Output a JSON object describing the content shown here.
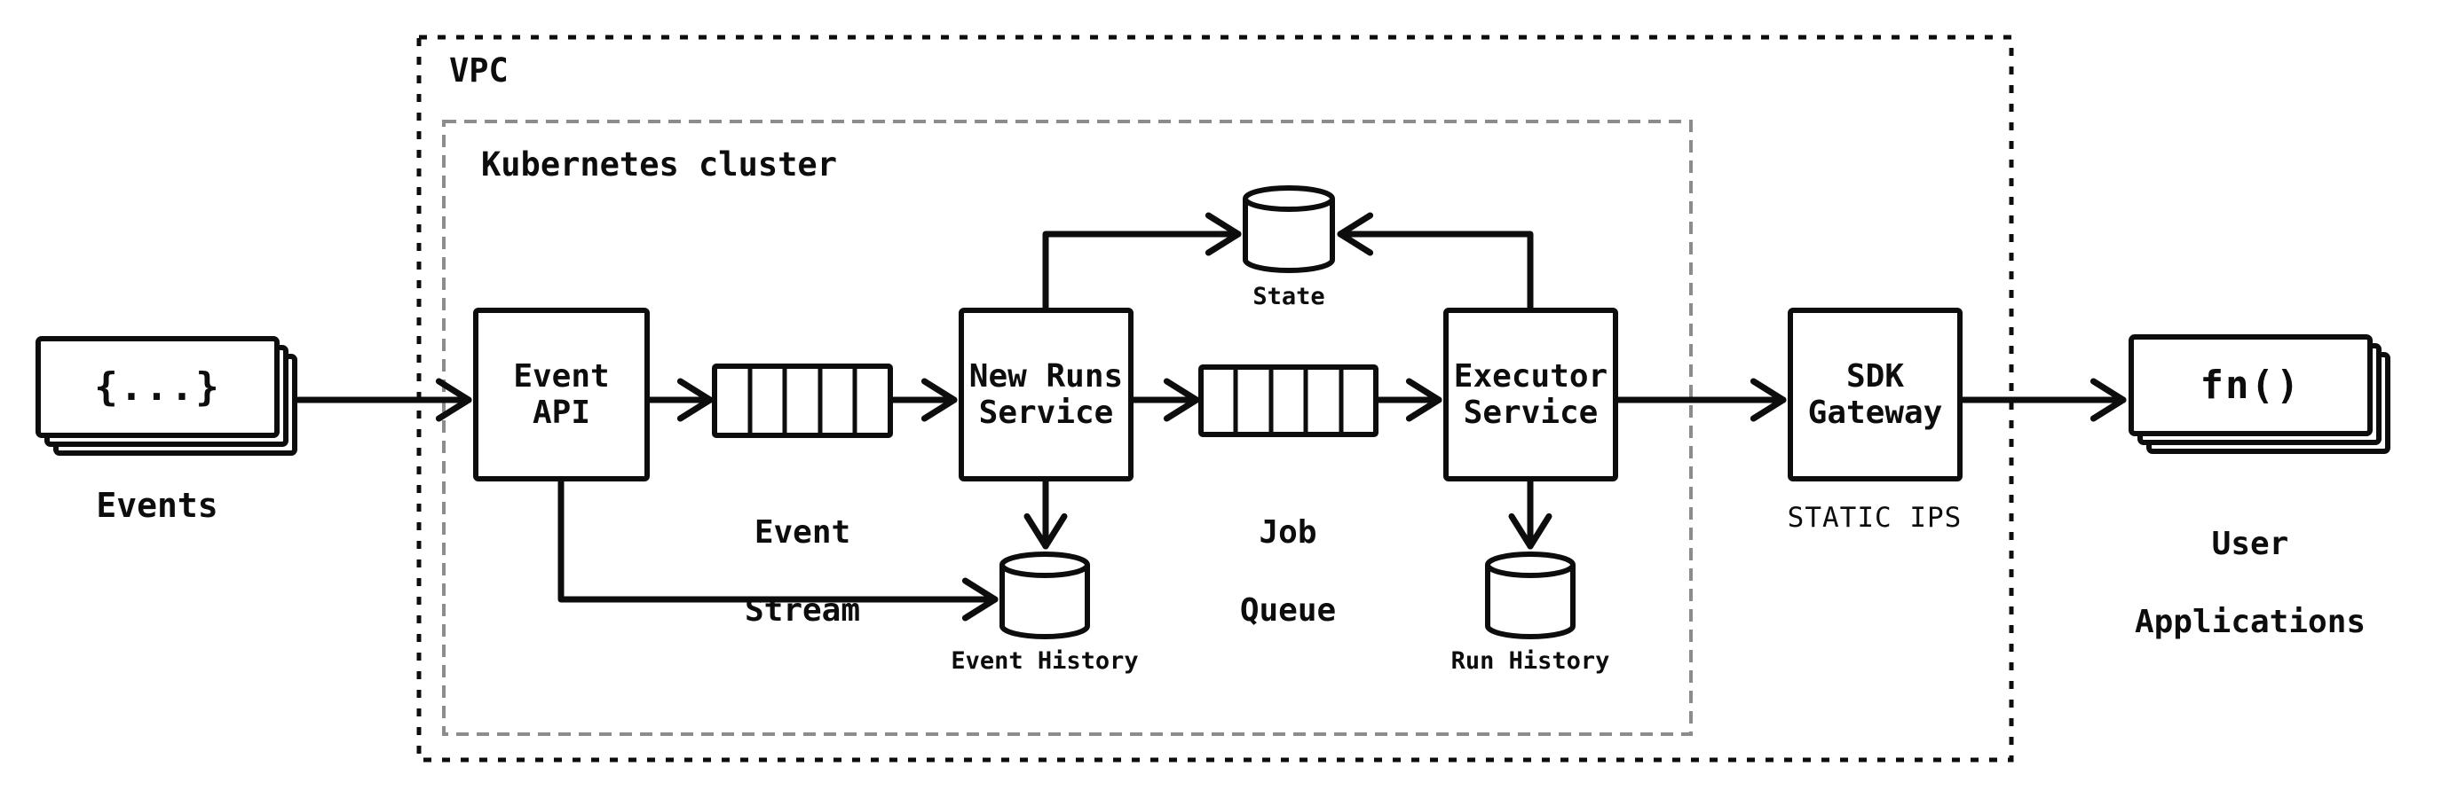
{
  "colors": {
    "ink": "#0d0d0d",
    "cluster_border": "#8c8c8c",
    "background": "#ffffff"
  },
  "containers": {
    "vpc": {
      "label": "VPC"
    },
    "kubernetes_cluster": {
      "label": "Kubernetes cluster"
    }
  },
  "external": {
    "events": {
      "code": "{...}",
      "label": "Events"
    },
    "user_applications": {
      "code": "fn()",
      "label_line1": "User",
      "label_line2": "Applications"
    }
  },
  "services": {
    "event_api": {
      "line1": "Event",
      "line2": "API"
    },
    "new_runs_service": {
      "line1": "New Runs",
      "line2": "Service"
    },
    "executor_service": {
      "line1": "Executor",
      "line2": "Service"
    },
    "sdk_gateway": {
      "line1": "SDK",
      "line2": "Gateway",
      "sublabel": "STATIC IPS"
    }
  },
  "queues": {
    "event_stream": {
      "label_line1": "Event",
      "label_line2": "Stream",
      "cells": 5
    },
    "job_queue": {
      "label_line1": "Job",
      "label_line2": "Queue",
      "cells": 5
    }
  },
  "datastores": {
    "state": {
      "label": "State"
    },
    "event_history": {
      "label": "Event History"
    },
    "run_history": {
      "label": "Run History"
    }
  },
  "edges": [
    {
      "from": "Events",
      "to": "Event API"
    },
    {
      "from": "Event API",
      "to": "Event Stream"
    },
    {
      "from": "Event Stream",
      "to": "New Runs Service"
    },
    {
      "from": "New Runs Service",
      "to": "Job Queue"
    },
    {
      "from": "Job Queue",
      "to": "Executor Service"
    },
    {
      "from": "Executor Service",
      "to": "SDK Gateway"
    },
    {
      "from": "SDK Gateway",
      "to": "User Applications"
    },
    {
      "from": "New Runs Service",
      "to": "State"
    },
    {
      "from": "Executor Service",
      "to": "State"
    },
    {
      "from": "New Runs Service",
      "to": "Event History"
    },
    {
      "from": "Event API",
      "to": "Event History"
    },
    {
      "from": "Executor Service",
      "to": "Run History"
    }
  ]
}
